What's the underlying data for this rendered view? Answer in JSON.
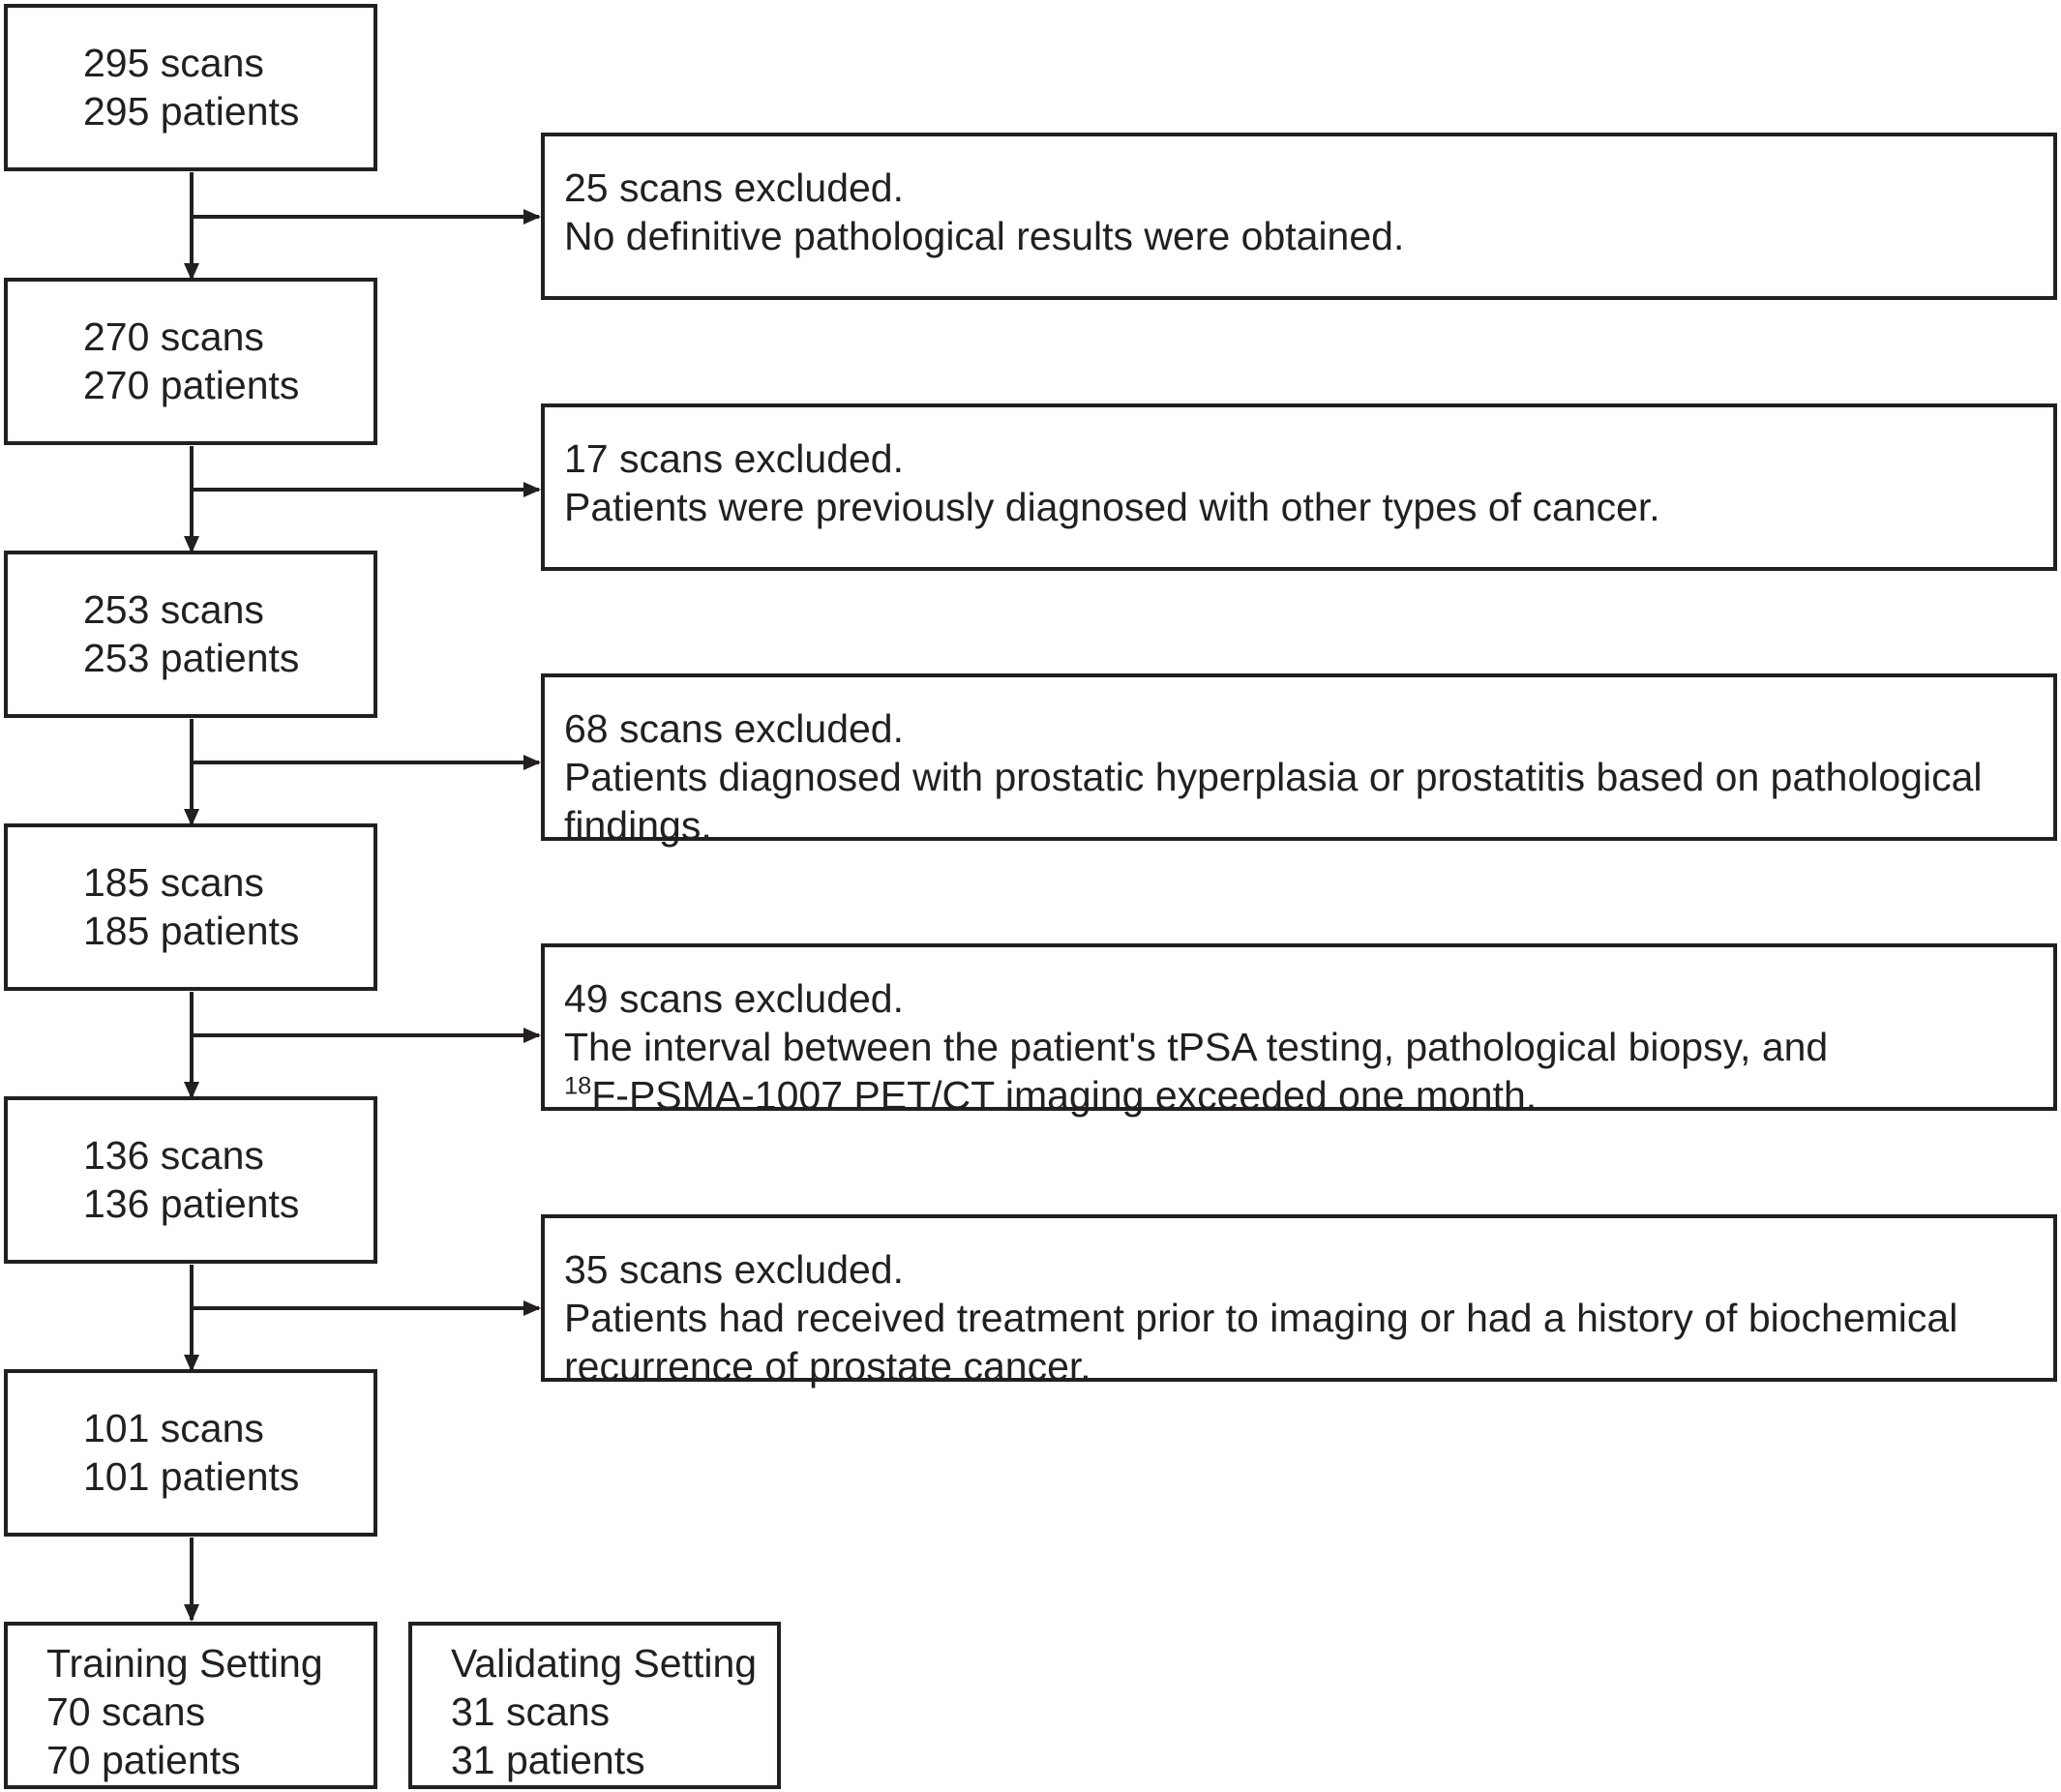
{
  "steps": [
    {
      "scans": "295 scans",
      "patients": "295 patients"
    },
    {
      "scans": "270 scans",
      "patients": "270 patients"
    },
    {
      "scans": "253 scans",
      "patients": "253 patients"
    },
    {
      "scans": "185 scans",
      "patients": "185 patients"
    },
    {
      "scans": "136 scans",
      "patients": "136 patients"
    },
    {
      "scans": "101 scans",
      "patients": "101 patients"
    }
  ],
  "exclusions": [
    {
      "count": "25 scans excluded.",
      "reason": [
        "No definitive pathological results were obtained."
      ]
    },
    {
      "count": "17 scans excluded.",
      "reason": [
        "Patients were previously diagnosed with other types of cancer."
      ]
    },
    {
      "count": "68 scans excluded.",
      "reason": [
        "Patients diagnosed with prostatic hyperplasia or prostatitis based on pathological",
        "findings."
      ]
    },
    {
      "count": "49 scans excluded.",
      "reason": [
        "The interval between the patient's tPSA testing, pathological biopsy, and"
      ],
      "reason_last": {
        "isotope": "18",
        "text": "F-PSMA-1007 PET/CT imaging exceeded one month."
      }
    },
    {
      "count": "35 scans excluded.",
      "reason": [
        "Patients had received treatment prior to imaging or had a history of biochemical",
        "recurrence of prostate cancer."
      ]
    }
  ],
  "splits": {
    "training": {
      "title": "Training Setting",
      "scans": "70 scans",
      "patients": "70 patients"
    },
    "validating": {
      "title": "Validating Setting",
      "scans": "31 scans",
      "patients": "31 patients"
    }
  },
  "colors": {
    "line": "#231f20",
    "background": "#ffffff"
  }
}
